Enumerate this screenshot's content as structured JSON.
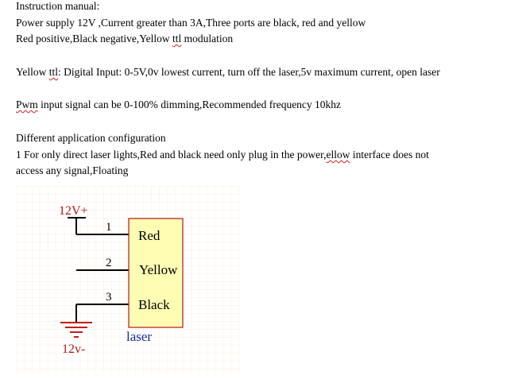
{
  "manual": {
    "title": "Instruction manual:",
    "line1": "Power supply 12V ,Current greater than 3A,Three ports are black, red and yellow",
    "line2_before": "Red positive,Black negative,Yellow ",
    "line2_squig": "ttl",
    "line2_after": " modulation",
    "ttl_before": "Yellow ",
    "ttl_squig": "ttl",
    "ttl_after": ": Digital Input: 0-5V,0v lowest current, turn off the laser,5v maximum current, open laser",
    "pwm_squig": "Pwm",
    "pwm_after": " input signal can be 0-100% dimming,Recommended frequency 10khz",
    "config_title": "Different application configuration",
    "config1_before": "1 For only direct laser lights,Red and black need only plug in the power,",
    "config1_squig": "ellow",
    "config1_after": " interface does not",
    "config1_line2": "access any signal,Floating"
  },
  "schematic": {
    "supply_positive": "12V+",
    "supply_negative": "12v-",
    "pin1": "1",
    "pin2": "2",
    "pin3": "3",
    "port_red": "Red",
    "port_yellow": "Yellow",
    "port_black": "Black",
    "component": "laser",
    "colors": {
      "grid": "#fbeee2",
      "box_fill": "#fffdb3",
      "box_stroke": "#b01818",
      "supply_label": "#b01818",
      "ground": "#c02010",
      "component_label": "#1a2aa8",
      "wire": "#000000"
    }
  }
}
